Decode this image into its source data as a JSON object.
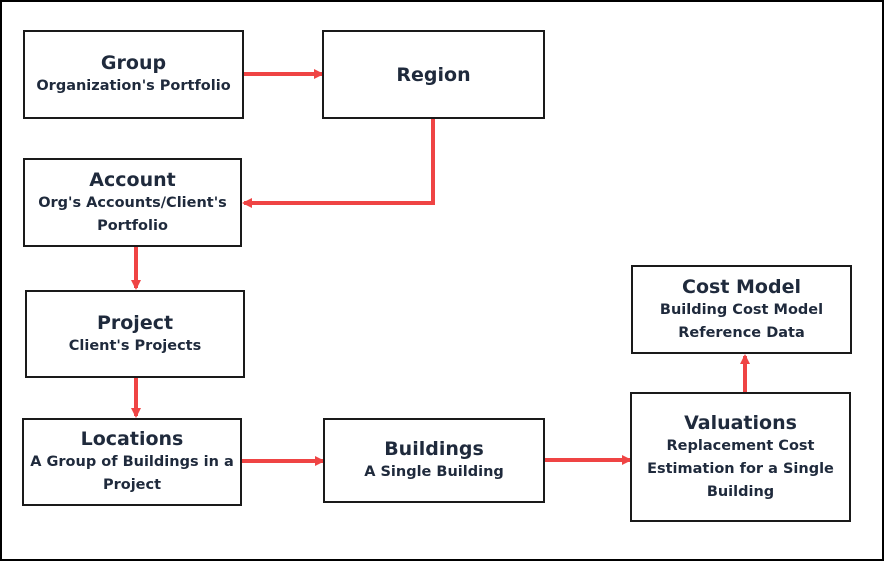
{
  "colors": {
    "arrow": "#ef4444",
    "border": "#1a1a1a",
    "text": "#1f2a3c"
  },
  "nodes": {
    "group": {
      "title": "Group",
      "lines": [
        "Organization's Portfolio"
      ]
    },
    "region": {
      "title": "Region",
      "lines": []
    },
    "account": {
      "title": "Account",
      "lines": [
        "Org's Accounts/Client's",
        "Portfolio"
      ]
    },
    "project": {
      "title": "Project",
      "lines": [
        "Client's Projects"
      ]
    },
    "locations": {
      "title": "Locations",
      "lines": [
        "A Group of Buildings in a",
        "Project"
      ]
    },
    "buildings": {
      "title": "Buildings",
      "lines": [
        "A Single Building"
      ]
    },
    "valuations": {
      "title": "Valuations",
      "lines": [
        "Replacement Cost",
        "Estimation for a Single",
        "Building"
      ]
    },
    "cost_model": {
      "title": "Cost Model",
      "lines": [
        "Building Cost Model",
        "Reference Data"
      ]
    }
  },
  "edges": [
    {
      "from": "group",
      "to": "region"
    },
    {
      "from": "region",
      "to": "account"
    },
    {
      "from": "account",
      "to": "project"
    },
    {
      "from": "project",
      "to": "locations"
    },
    {
      "from": "locations",
      "to": "buildings"
    },
    {
      "from": "buildings",
      "to": "valuations"
    },
    {
      "from": "valuations",
      "to": "cost_model"
    }
  ]
}
